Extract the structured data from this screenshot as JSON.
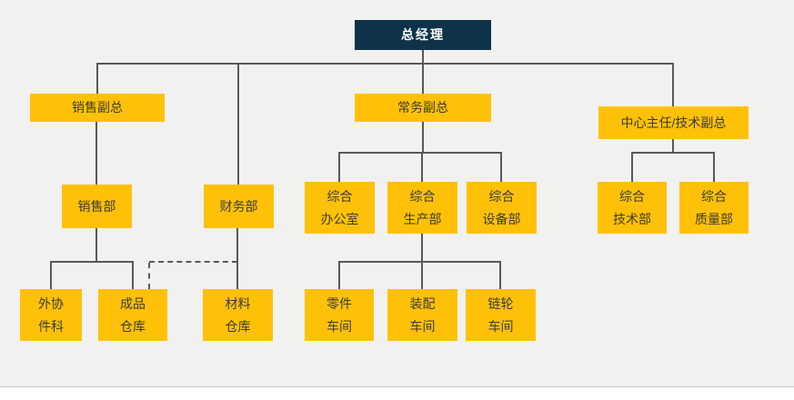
{
  "colors": {
    "canvas_bg": "#F1F1F0",
    "root_bg": "#0E3349",
    "root_text": "#FFFFFF",
    "node_bg": "#FFC107",
    "node_text": "#3B3B3B",
    "line": "#595959",
    "strip_bg": "#FFFFFF"
  },
  "nodes": {
    "general_manager": {
      "label": "总经理"
    },
    "sales_vp": {
      "label": "销售副总"
    },
    "exec_vp": {
      "label": "常务副总"
    },
    "center_director": {
      "label": "中心主任/技术副总"
    },
    "sales_dept": {
      "label": "销售部"
    },
    "finance_dept": {
      "label": "财务部"
    },
    "general_office": {
      "label": "综合\n办公室"
    },
    "production_dept": {
      "label": "综合\n生产部"
    },
    "equipment_dept": {
      "label": "综合\n设备部"
    },
    "technology_dept": {
      "label": "综合\n技术部"
    },
    "quality_dept": {
      "label": "综合\n质量部"
    },
    "outsourcing_section": {
      "label": "外协\n件科"
    },
    "finished_goods_warehouse": {
      "label": "成品\n仓库"
    },
    "material_warehouse": {
      "label": "材料\n仓库"
    },
    "parts_workshop": {
      "label": "零件\n车间"
    },
    "assembly_workshop": {
      "label": "装配\n车间"
    },
    "sprocket_workshop": {
      "label": "链轮\n车间"
    }
  },
  "edges": [
    {
      "from": "general_manager",
      "to": "sales_vp",
      "style": "solid"
    },
    {
      "from": "general_manager",
      "to": "exec_vp",
      "style": "solid"
    },
    {
      "from": "general_manager",
      "to": "center_director",
      "style": "solid"
    },
    {
      "from": "general_manager",
      "to": "finance_dept",
      "style": "solid"
    },
    {
      "from": "sales_vp",
      "to": "sales_dept",
      "style": "solid"
    },
    {
      "from": "exec_vp",
      "to": "general_office",
      "style": "solid"
    },
    {
      "from": "exec_vp",
      "to": "production_dept",
      "style": "solid"
    },
    {
      "from": "exec_vp",
      "to": "equipment_dept",
      "style": "solid"
    },
    {
      "from": "center_director",
      "to": "technology_dept",
      "style": "solid"
    },
    {
      "from": "center_director",
      "to": "quality_dept",
      "style": "solid"
    },
    {
      "from": "sales_dept",
      "to": "outsourcing_section",
      "style": "solid"
    },
    {
      "from": "sales_dept",
      "to": "finished_goods_warehouse",
      "style": "solid"
    },
    {
      "from": "finance_dept",
      "to": "material_warehouse",
      "style": "solid"
    },
    {
      "from": "finance_dept",
      "to": "finished_goods_warehouse",
      "style": "dashed"
    },
    {
      "from": "production_dept",
      "to": "parts_workshop",
      "style": "solid"
    },
    {
      "from": "production_dept",
      "to": "assembly_workshop",
      "style": "solid"
    },
    {
      "from": "production_dept",
      "to": "sprocket_workshop",
      "style": "solid"
    }
  ]
}
